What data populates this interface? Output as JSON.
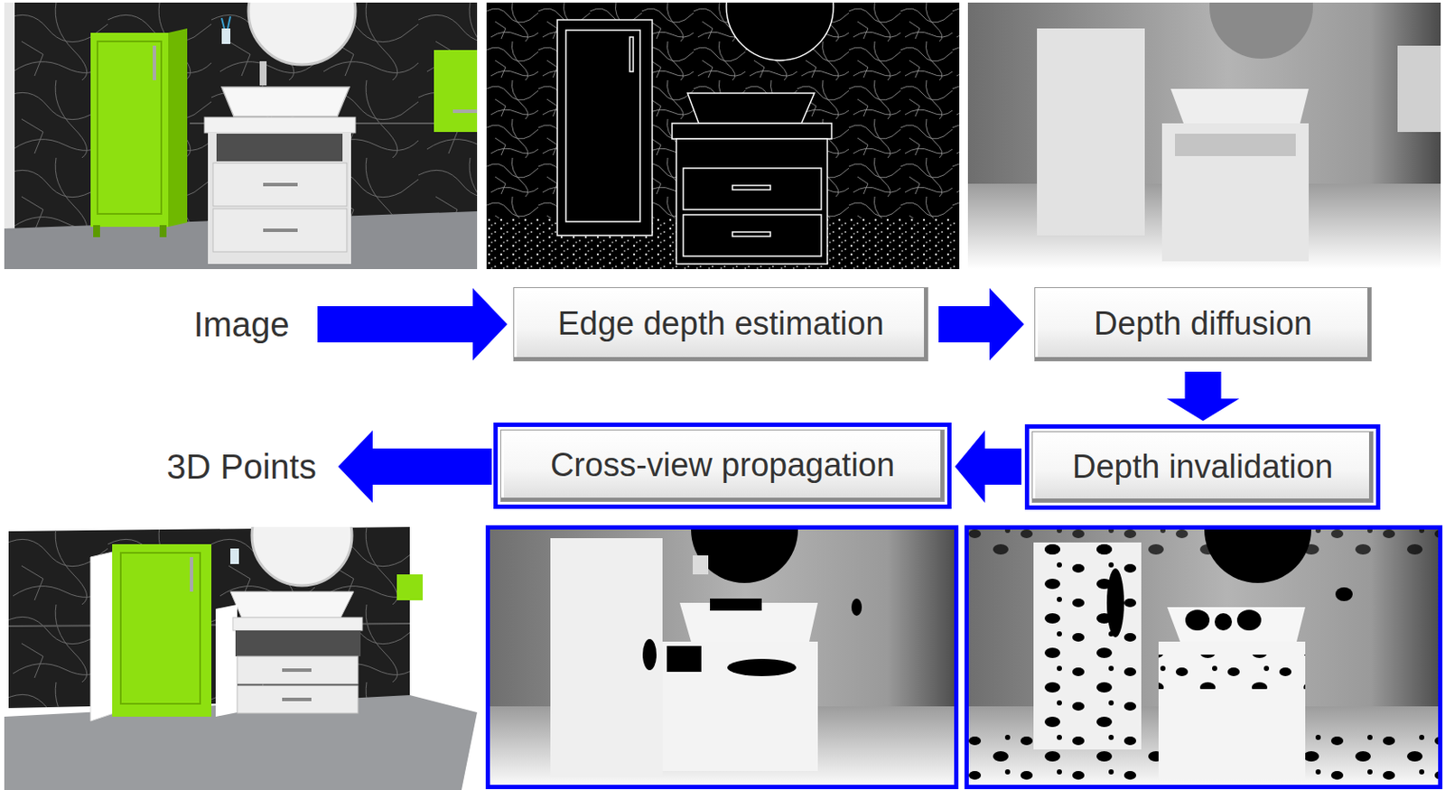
{
  "diagram": {
    "nodes": [
      {
        "text": [
          "Edge depth estimation"
        ]
      },
      {
        "text": [
          "Depth diffusion"
        ]
      },
      {
        "text": [
          "Depth invalidation"
        ]
      },
      {
        "text": [
          "Cross-view propagation"
        ]
      }
    ],
    "edges": [
      {
        "from": 0,
        "to": 1,
        "arrow": "to"
      },
      {
        "from": 1,
        "to": 2,
        "arrow": "to"
      },
      {
        "from": 2,
        "to": 3,
        "arrow": "to"
      }
    ],
    "labels": [
      "Image",
      "3D Points"
    ]
  }
}
